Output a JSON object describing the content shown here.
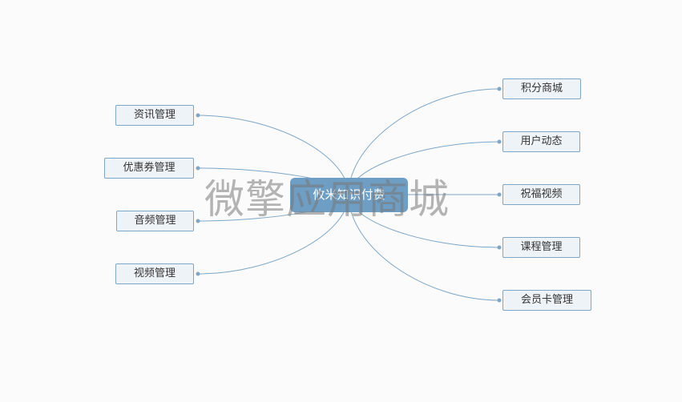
{
  "center": {
    "label": "攸米知识付费"
  },
  "watermark": {
    "text": "微擎应用商城"
  },
  "left_nodes": [
    {
      "label": "资讯管理"
    },
    {
      "label": "优惠券管理"
    },
    {
      "label": "音频管理"
    },
    {
      "label": "视频管理"
    }
  ],
  "right_nodes": [
    {
      "label": "积分商城"
    },
    {
      "label": "用户动态"
    },
    {
      "label": "祝福视频"
    },
    {
      "label": "课程管理"
    },
    {
      "label": "会员卡管理"
    }
  ],
  "colors": {
    "center_fill": "#6e9ec4",
    "node_border": "#7ea6c6",
    "node_fill": "#eef3f8",
    "connector": "#7ea6c6"
  }
}
